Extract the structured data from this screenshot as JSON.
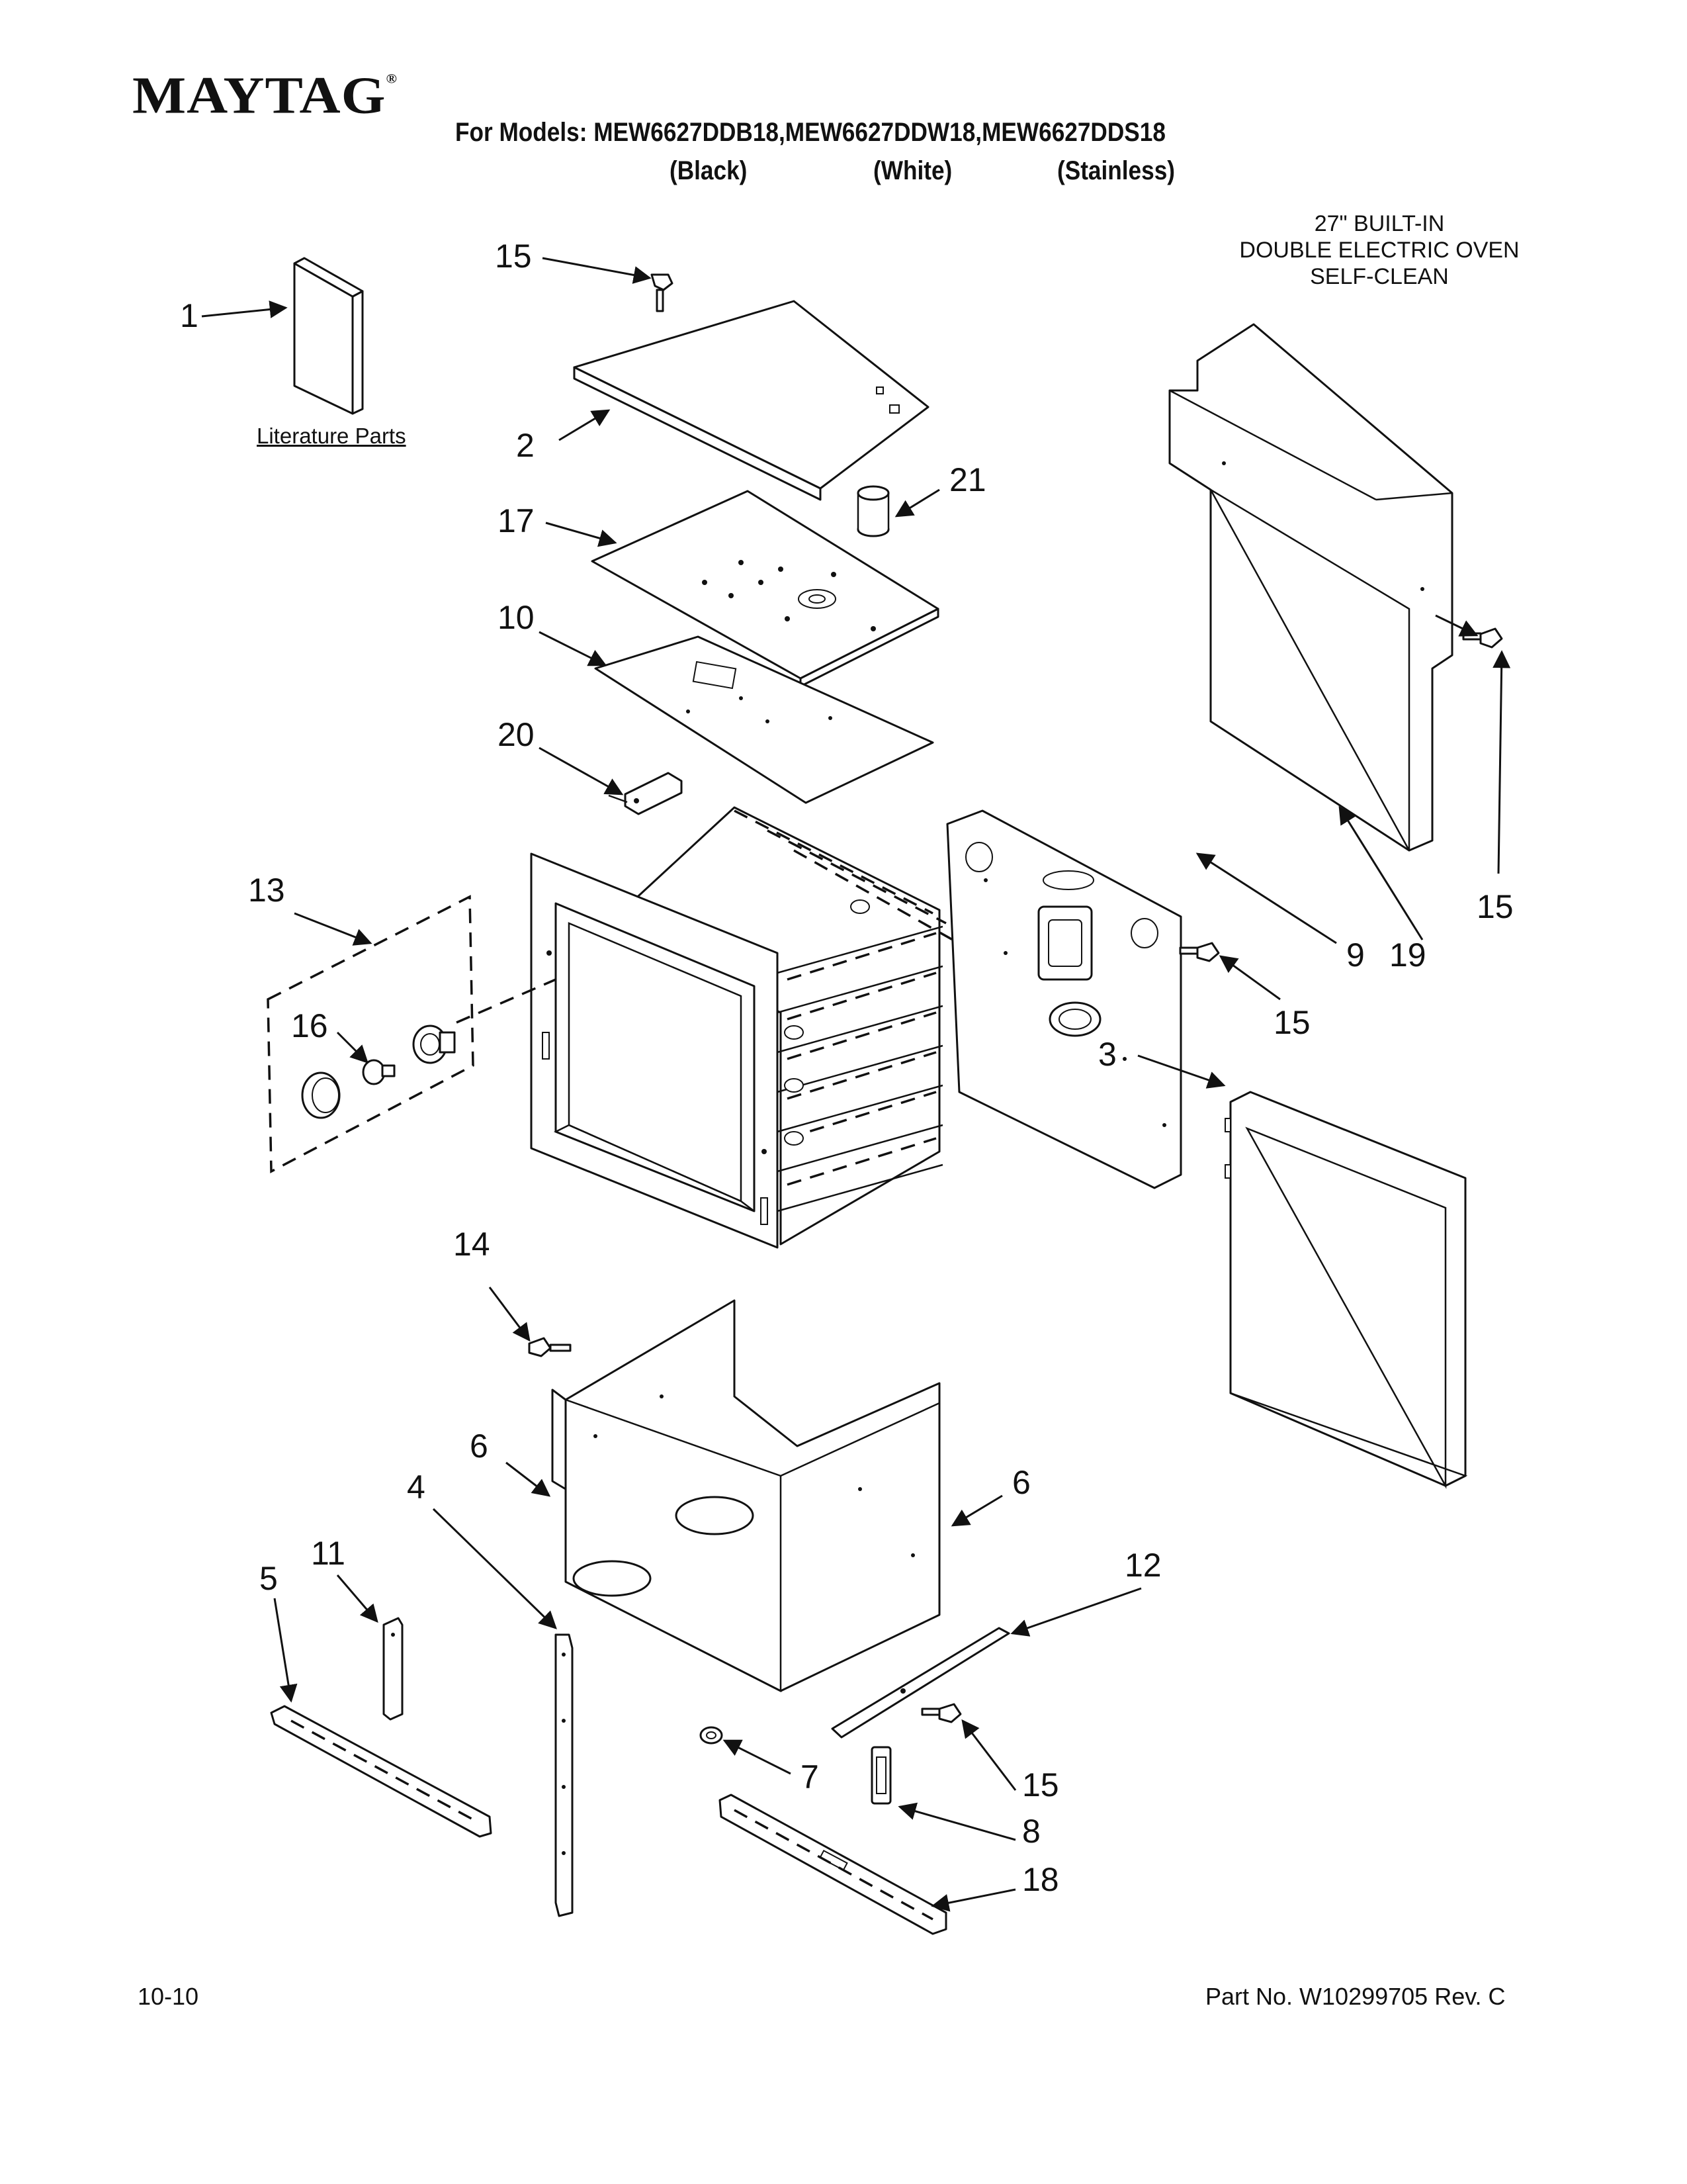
{
  "header": {
    "brand": "MAYTAG",
    "brand_mark": "®",
    "models_line": "For Models: MEW6627DDB18,MEW6627DDW18,MEW6627DDS18",
    "colors": [
      "(Black)",
      "(White)",
      "(Stainless)"
    ]
  },
  "product": {
    "line1": "27\" BUILT-IN",
    "line2": "DOUBLE ELECTRIC OVEN",
    "line3": "SELF-CLEAN"
  },
  "literature_label": "Literature Parts",
  "callouts": {
    "c1": "1",
    "c2": "2",
    "c3": "3",
    "c4": "4",
    "c5": "5",
    "c6a": "6",
    "c6b": "6",
    "c7": "7",
    "c8": "8",
    "c9": "9",
    "c10": "10",
    "c11": "11",
    "c12": "12",
    "c13": "13",
    "c14": "14",
    "c15a": "15",
    "c15b": "15",
    "c15c": "15",
    "c15d": "15",
    "c16": "16",
    "c17": "17",
    "c18": "18",
    "c19": "19",
    "c20": "20",
    "c21": "21"
  },
  "footer": {
    "date": "10-10",
    "part_no": "Part No. W10299705 Rev. C"
  }
}
